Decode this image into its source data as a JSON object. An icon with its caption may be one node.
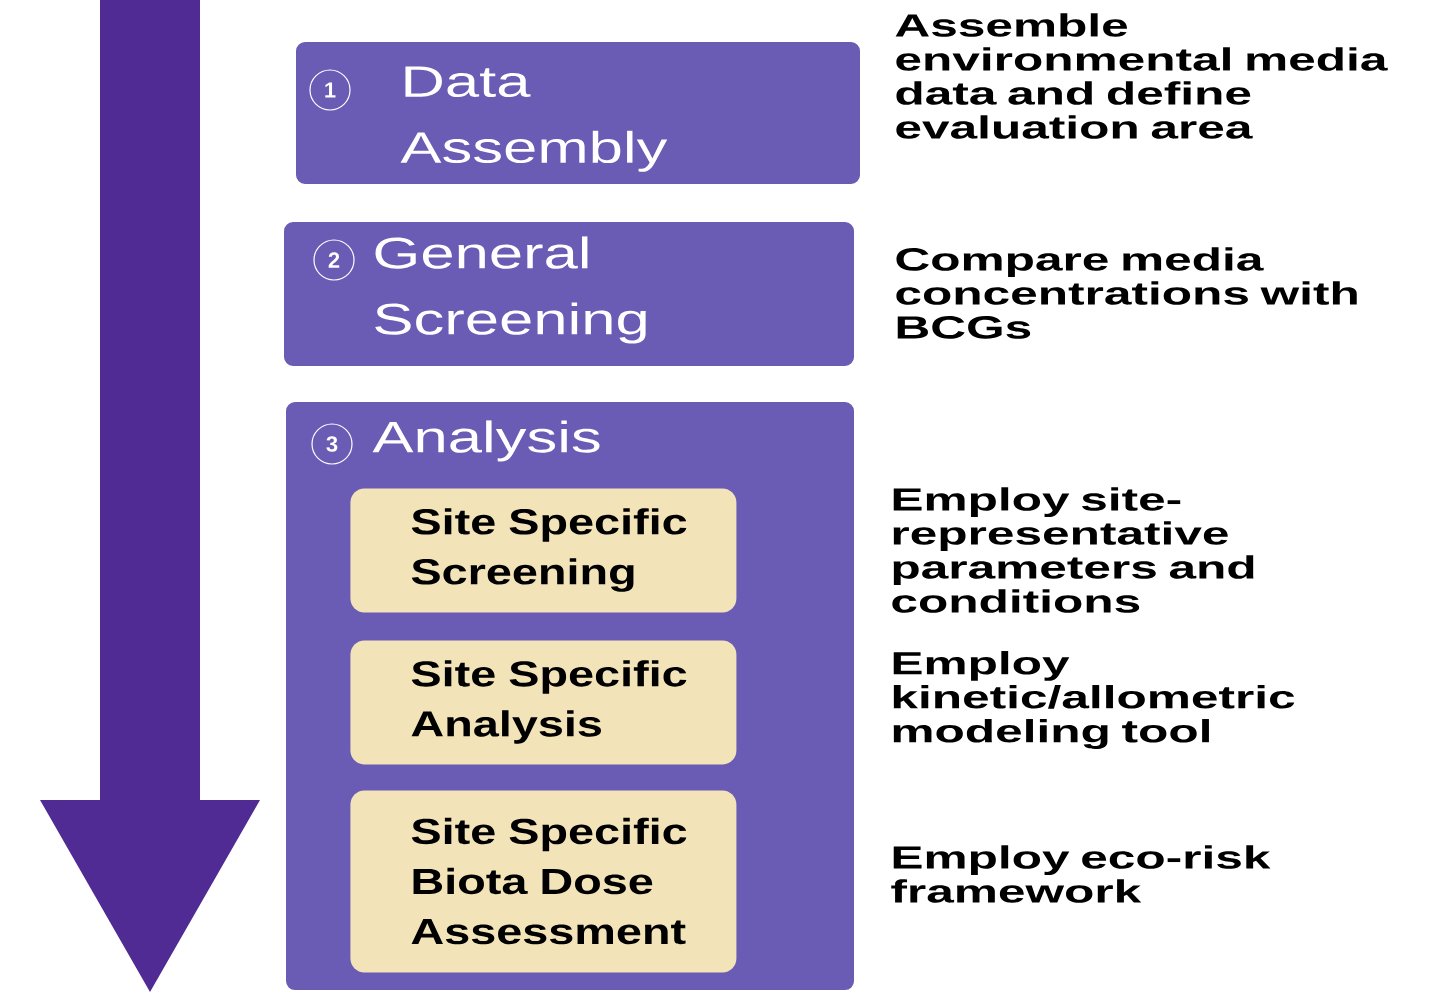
{
  "diagram": {
    "nodes": [
      {
        "text": [
          "1",
          "Data Assembly"
        ],
        "beside": [
          "Assemble environmental media data and define evaluation area"
        ]
      },
      {
        "text": [
          "2",
          "General Screening"
        ],
        "beside": [
          "Compare media concentrations with BCGs"
        ]
      },
      {
        "text": [
          "3",
          "Analysis"
        ]
      },
      {
        "text": [
          "Site Specific Screening"
        ],
        "in": 2
      },
      {
        "text": [
          "Site Specific Analysis"
        ],
        "in": 2
      },
      {
        "text": [
          "Site Specific Biota Dose Assessment"
        ],
        "in": 2
      }
    ],
    "edges": [],
    "labels": [
      "Employ site-representative parameters and conditions",
      "Employ kinetic/allometric modeling tool",
      "Employ eco-risk framework"
    ]
  }
}
